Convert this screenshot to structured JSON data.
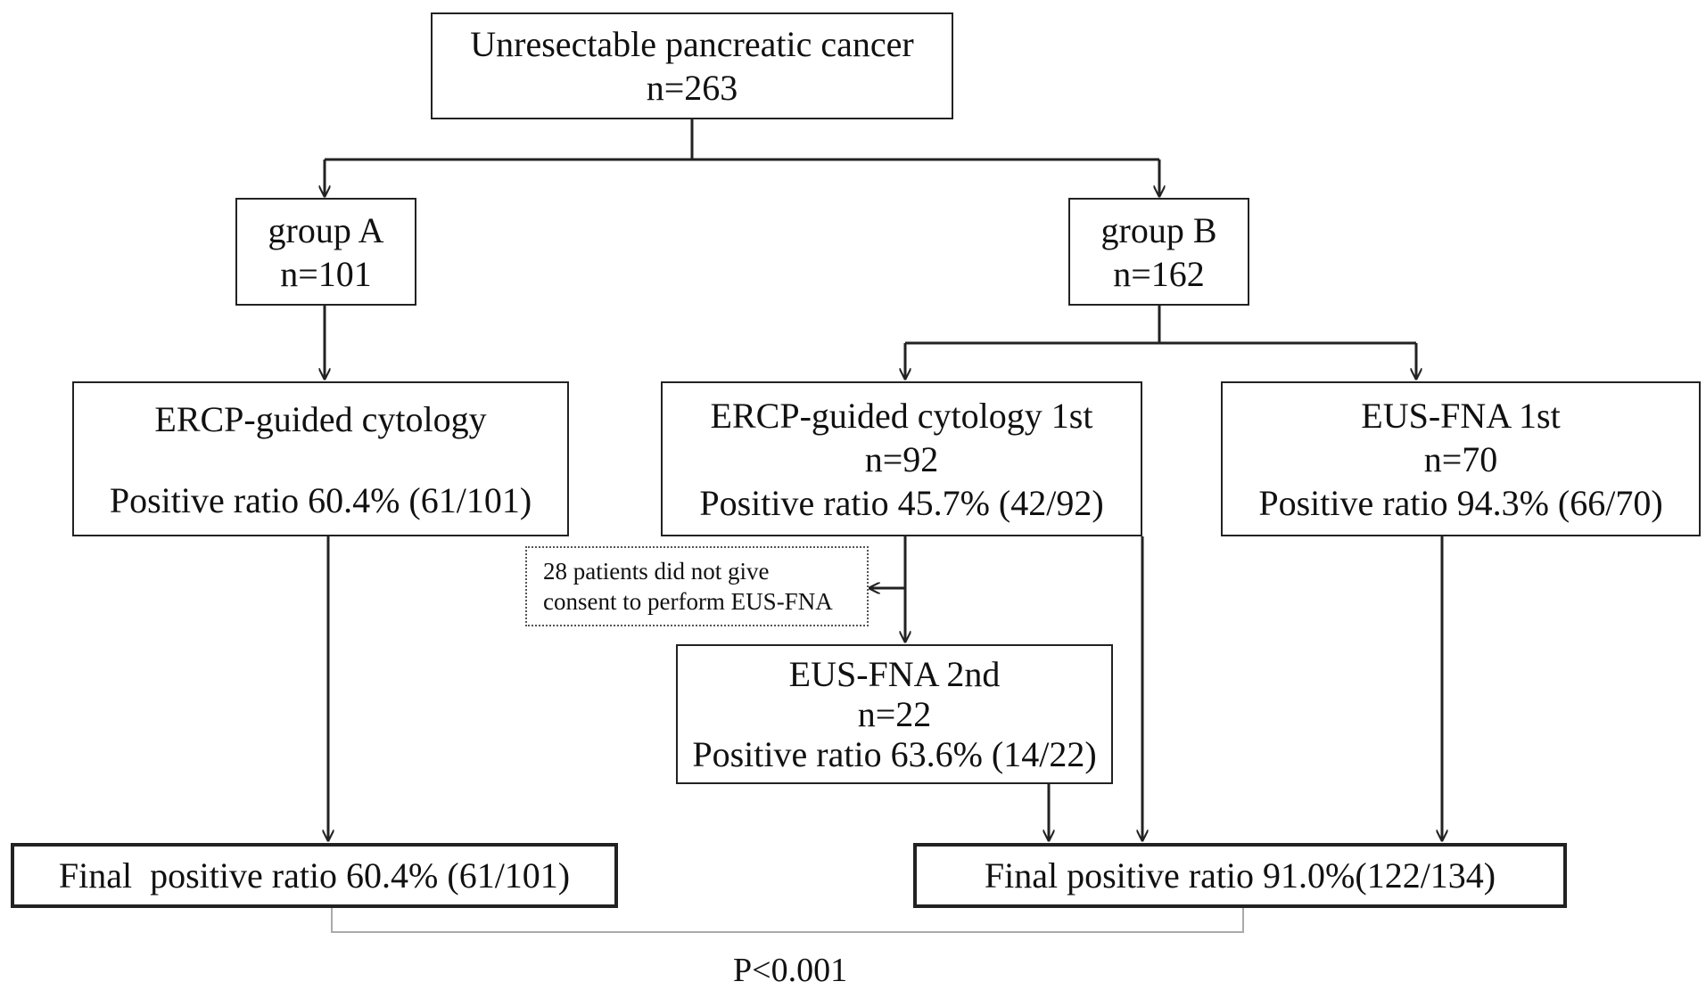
{
  "root": {
    "title": "Unresectable pancreatic cancer",
    "n": "n=263"
  },
  "group_a": {
    "title": "group A",
    "n": "n=101",
    "cytology": {
      "title": "ERCP-guided cytology",
      "ratio": "Positive ratio 60.4% (61/101)"
    },
    "final": "Final  positive ratio 60.4% (61/101)"
  },
  "group_b": {
    "title": "group B",
    "n": "n=162",
    "ercp_first": {
      "title": "ERCP-guided cytology 1st",
      "n": "n=92",
      "ratio": "Positive ratio 45.7% (42/92)"
    },
    "eus_first": {
      "title": "EUS-FNA 1st",
      "n": "n=70",
      "ratio": "Positive ratio 94.3% (66/70)"
    },
    "note": {
      "line1": "28 patients did not give",
      "line2": "consent to perform EUS-FNA"
    },
    "eus_second": {
      "title": "EUS-FNA 2nd",
      "n": "n=22",
      "ratio": "Positive ratio 63.6% (14/22)"
    },
    "final": "Final positive ratio 91.0%(122/134)"
  },
  "p_value": "P<0.001"
}
